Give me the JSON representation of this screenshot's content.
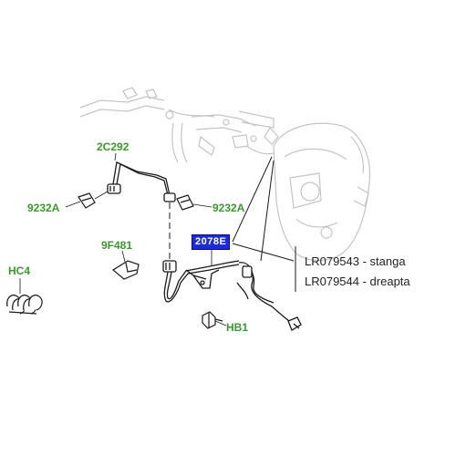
{
  "diagram": {
    "part_labels": {
      "p_2c292": "2C292",
      "p_9232a_left": "9232A",
      "p_9232a_right": "9232A",
      "p_9f481": "9F481",
      "p_hc4": "HC4",
      "p_hb1": "HB1"
    },
    "highlighted_part": "2078E",
    "legend": [
      "LR079543 - stanga",
      "LR079544 - dreapta"
    ],
    "colors": {
      "label_green": "#3a9a2c",
      "highlight_blue": "#1b2bd6",
      "ghost_gray": "#c4c4c4",
      "line_black": "#1a1a1a"
    }
  }
}
